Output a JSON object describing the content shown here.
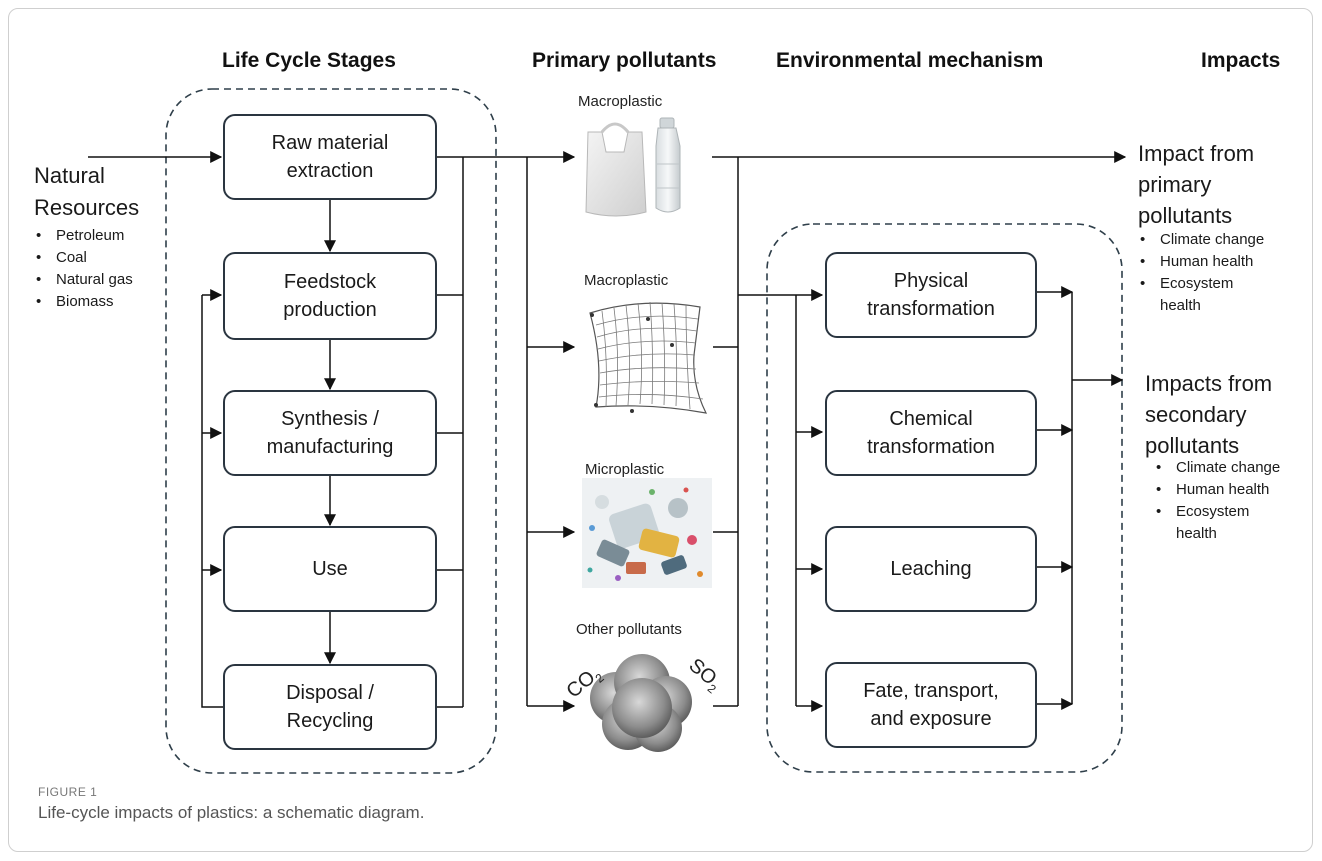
{
  "headers": {
    "life_cycle": "Life Cycle Stages",
    "primary_pollutants": "Primary pollutants",
    "env_mechanism": "Environmental mechanism",
    "impacts": "Impacts"
  },
  "natural_resources": {
    "title_line1": "Natural",
    "title_line2": "Resources",
    "items": [
      "Petroleum",
      "Coal",
      "Natural gas",
      "Biomass"
    ]
  },
  "life_cycle_stages": [
    "Raw material\nextraction",
    "Feedstock\nproduction",
    "Synthesis /\nmanufacturing",
    "Use",
    "Disposal /\nRecycling"
  ],
  "pollutants": [
    {
      "label": "Macroplastic",
      "icon": "plastic-bag-bottle-icon"
    },
    {
      "label": "Macroplastic",
      "icon": "fishing-net-icon"
    },
    {
      "label": "Microplastic",
      "icon": "microplastic-fragments-icon"
    },
    {
      "label": "Other pollutants",
      "icon": "smoke-cloud-icon",
      "gas_left": "CO",
      "gas_left_sub": "2",
      "gas_right": "SO",
      "gas_right_sub": "2"
    }
  ],
  "mechanisms": [
    "Physical\ntransformation",
    "Chemical\ntransformation",
    "Leaching",
    "Fate, transport,\nand exposure"
  ],
  "impacts": {
    "primary": {
      "line1": "Impact from",
      "line2": "primary",
      "line3": "pollutants",
      "items": [
        "Climate change",
        "Human health",
        "Ecosystem",
        "health"
      ]
    },
    "secondary": {
      "line1": "Impacts from",
      "line2": "secondary",
      "line3": "pollutants",
      "items": [
        "Climate change",
        "Human health",
        "Ecosystem",
        "health"
      ]
    }
  },
  "figure": {
    "label": "FIGURE 1",
    "caption": "Life-cycle impacts of plastics: a schematic diagram."
  },
  "colors": {
    "box_border": "#2a3540",
    "dashed_border": "#2f3f4a",
    "line": "#111111"
  }
}
